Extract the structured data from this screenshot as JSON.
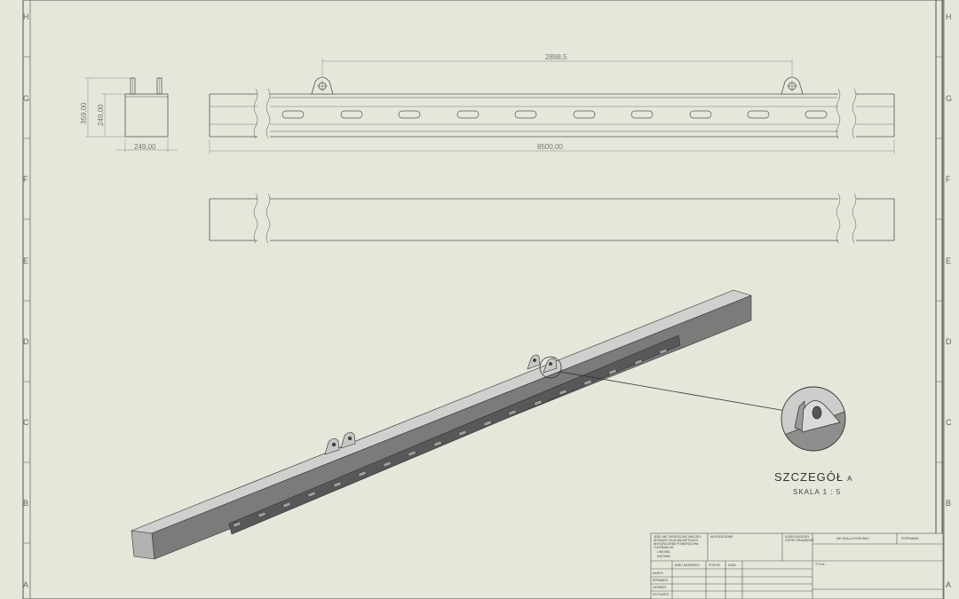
{
  "drawing": {
    "zones_left": [
      "H",
      "G",
      "F",
      "E",
      "D",
      "C",
      "B",
      "A"
    ],
    "zones_right": [
      "H",
      "G",
      "F",
      "E",
      "D",
      "C",
      "B",
      "A"
    ],
    "dimensions": {
      "height_359": "359,00",
      "height_249": "249,00",
      "width_249": "249,00",
      "lug_spacing": "2898,5",
      "overall_length": "8500,00"
    },
    "detail": {
      "title": "SZCZEGÓŁ",
      "letter": "A",
      "scale": "SKALA 1 : 5"
    },
    "title_block": {
      "note_lines": [
        "JEŚLI NIE OKREŚLONO INACZEJ:",
        "WYMIARY SĄ W MILIMETRACH",
        "WYKOŃCZENIE POWIERZCHNI:",
        "TOLERANCJE:",
        "LINIOWA:",
        "KĄTOWA:"
      ],
      "finish_label": "WYKOŃCZENIE:",
      "deburr_lines": [
        "USUŃ ZADZIORY",
        "OSTRE KRAWĘDZIE"
      ],
      "no_scale": "NIE SKALUJ RYSUNKU",
      "revision": "POPRAWKA",
      "title_label": "TYTUŁ:",
      "headers": [
        "IMIĘ I NAZWISKO",
        "PODPIS",
        "DATA"
      ],
      "rows": [
        "NARYS.",
        "SPRAWDZ.",
        "ZATWIER.",
        "WYTWORZ."
      ]
    }
  }
}
